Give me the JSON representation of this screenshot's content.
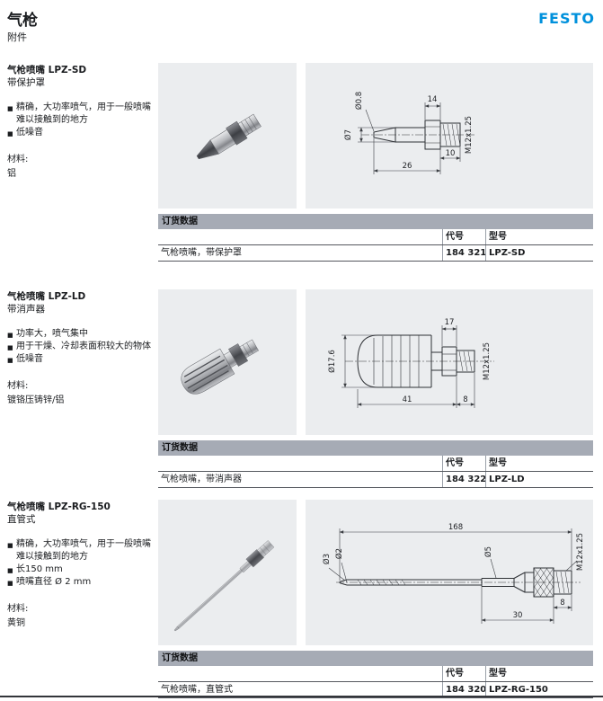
{
  "page": {
    "title": "气枪",
    "subtitle": "附件",
    "brand": "FESTO",
    "brand_color": "#0091dc"
  },
  "table_labels": {
    "header": "订货数据",
    "col_part": "代号",
    "col_type": "型号"
  },
  "sections": [
    {
      "title": "气枪喷嘴 LPZ-SD",
      "variant": "带保护罩",
      "bullets": [
        "精确，大功率喷气，用于一般喷嘴难以接触到的地方",
        "低噪音"
      ],
      "material_label": "材料:",
      "material": "铝",
      "dims": {
        "tip_dia": "Ø0.8",
        "sleeve_dia": "Ø7",
        "hex_flats": "14",
        "thread": "M12x1.25",
        "thread_len": "10",
        "overall_len": "26"
      },
      "row": {
        "desc": "气枪喷嘴，带保护罩",
        "part": "184 321",
        "type": "LPZ-SD"
      }
    },
    {
      "title": "气枪喷嘴 LPZ-LD",
      "variant": "带消声器",
      "bullets": [
        "功率大，喷气集中",
        "用于干燥、冷却表面积较大的物体",
        "低噪音"
      ],
      "material_label": "材料:",
      "material": "镀铬压铸锌/铝",
      "dims": {
        "hex_flats": "17",
        "body_dia": "Ø17.6",
        "thread": "M12x1.25",
        "body_len": "41",
        "thread_len": "8"
      },
      "row": {
        "desc": "气枪喷嘴，带消声器",
        "part": "184 322",
        "type": "LPZ-LD"
      }
    },
    {
      "title": "气枪喷嘴 LPZ-RG-150",
      "variant": "直管式",
      "bullets": [
        "精确，大功率喷气，用于一般喷嘴难以接触到的地方",
        "长150 mm",
        "喷嘴直径 Ø 2 mm"
      ],
      "material_label": "材料:",
      "material": "黄铜",
      "dims": {
        "overall_len": "168",
        "tube_dia": "Ø3",
        "nozzle_dia": "Ø2",
        "mid_dia": "Ø5",
        "thread": "M12x1.25",
        "collar_len": "30",
        "thread_len": "8"
      },
      "row": {
        "desc": "气枪喷嘴，直管式",
        "part": "184 320",
        "type": "LPZ-RG-150"
      }
    }
  ]
}
